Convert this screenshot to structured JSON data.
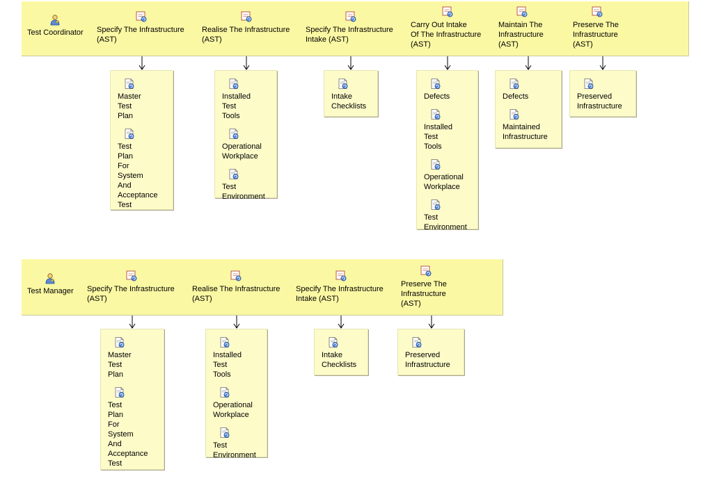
{
  "swimlanes": [
    {
      "role": "Test Coordinator",
      "tasks": [
        {
          "label": "Specify The Infrastructure\n(AST)",
          "outputs": [
            "Master\nTest\nPlan",
            "Test\nPlan\nFor\nSystem\nAnd\nAcceptance\nTest"
          ]
        },
        {
          "label": "Realise The Infrastructure\n(AST)",
          "outputs": [
            "Installed\nTest\nTools",
            "Operational\nWorkplace",
            "Test\nEnvironment"
          ]
        },
        {
          "label": "Specify The Infrastructure\nIntake (AST)",
          "outputs": [
            "Intake\nChecklists"
          ]
        },
        {
          "label": "Carry Out Intake\nOf The Infrastructure\n(AST)",
          "outputs": [
            "Defects",
            "Installed\nTest\nTools",
            "Operational\nWorkplace",
            "Test\nEnvironment"
          ]
        },
        {
          "label": "Maintain The\nInfrastructure\n(AST)",
          "outputs": [
            "Defects",
            "Maintained\nInfrastructure"
          ]
        },
        {
          "label": "Preserve The\nInfrastructure\n(AST)",
          "outputs": [
            "Preserved\nInfrastructure"
          ]
        }
      ]
    },
    {
      "role": "Test Manager",
      "tasks": [
        {
          "label": "Specify The Infrastructure\n(AST)",
          "outputs": [
            "Master\nTest\nPlan",
            "Test\nPlan\nFor\nSystem\nAnd\nAcceptance\nTest"
          ]
        },
        {
          "label": "Realise The Infrastructure\n(AST)",
          "outputs": [
            "Installed\nTest\nTools",
            "Operational\nWorkplace",
            "Test\nEnvironment"
          ]
        },
        {
          "label": "Specify The Infrastructure\nIntake (AST)",
          "outputs": [
            "Intake\nChecklists"
          ]
        },
        {
          "label": "Preserve The\nInfrastructure\n(AST)",
          "outputs": [
            "Preserved\nInfrastructure"
          ]
        }
      ]
    }
  ],
  "icons": {
    "role": "role-icon",
    "task": "task-icon",
    "work_product": "work-product-icon"
  },
  "colors": {
    "band": "#fbf8a3",
    "artifact": "#fdfbc8",
    "line": "#000000"
  }
}
